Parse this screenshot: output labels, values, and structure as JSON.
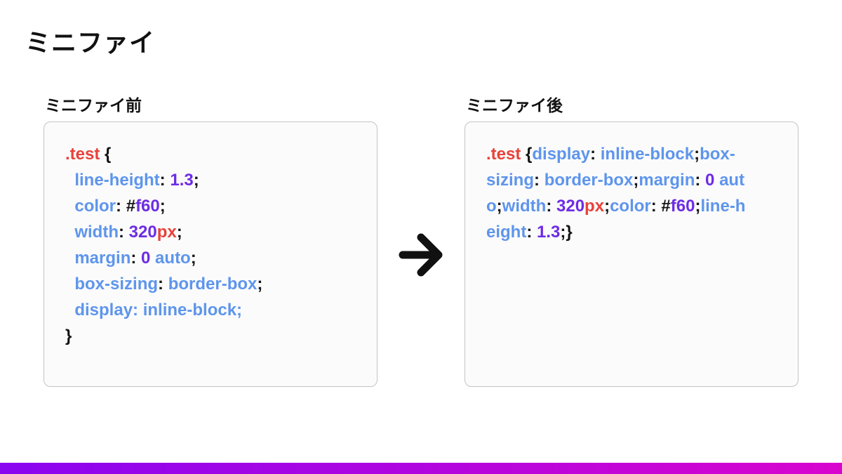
{
  "slide": {
    "title": "ミニファイ",
    "before_label": "ミニファイ前",
    "after_label": "ミニファイ後"
  },
  "colors": {
    "red": "#e8423a",
    "blue": "#5e95ec",
    "purple": "#6d2ce5",
    "black": "#141414",
    "bar_start": "#8a05f0",
    "bar_end": "#d805ce",
    "panel_bg": "#fbfbfb",
    "panel_border": "#c4c4c4",
    "arrow": "#111111"
  },
  "code_before": {
    "lines": [
      [
        {
          "t": ".test",
          "c": "red"
        },
        {
          "t": " {",
          "c": "black"
        }
      ],
      [
        {
          "t": "  ",
          "c": "black"
        },
        {
          "t": "line-height",
          "c": "blue"
        },
        {
          "t": ": ",
          "c": "black"
        },
        {
          "t": "1.3",
          "c": "purple"
        },
        {
          "t": ";",
          "c": "black"
        }
      ],
      [
        {
          "t": "  ",
          "c": "black"
        },
        {
          "t": "color",
          "c": "blue"
        },
        {
          "t": ": ",
          "c": "black"
        },
        {
          "t": "#",
          "c": "black"
        },
        {
          "t": "f60",
          "c": "purple"
        },
        {
          "t": ";",
          "c": "black"
        }
      ],
      [
        {
          "t": "  ",
          "c": "black"
        },
        {
          "t": "width",
          "c": "blue"
        },
        {
          "t": ": ",
          "c": "black"
        },
        {
          "t": "320",
          "c": "purple"
        },
        {
          "t": "px",
          "c": "red"
        },
        {
          "t": ";",
          "c": "black"
        }
      ],
      [
        {
          "t": "  ",
          "c": "black"
        },
        {
          "t": "margin",
          "c": "blue"
        },
        {
          "t": ": ",
          "c": "black"
        },
        {
          "t": "0",
          "c": "purple"
        },
        {
          "t": " auto",
          "c": "blue"
        },
        {
          "t": ";",
          "c": "black"
        }
      ],
      [
        {
          "t": "  ",
          "c": "black"
        },
        {
          "t": "box-sizing",
          "c": "blue"
        },
        {
          "t": ": ",
          "c": "black"
        },
        {
          "t": "border-box",
          "c": "blue"
        },
        {
          "t": ";",
          "c": "black"
        }
      ],
      [
        {
          "t": "  ",
          "c": "black"
        },
        {
          "t": "display: inline-block;",
          "c": "blue"
        }
      ],
      [
        {
          "t": "}",
          "c": "black"
        }
      ]
    ]
  },
  "code_after": {
    "lines": [
      [
        {
          "t": ".test",
          "c": "red"
        },
        {
          "t": " {",
          "c": "black"
        },
        {
          "t": "display",
          "c": "blue"
        },
        {
          "t": ": ",
          "c": "black"
        },
        {
          "t": "inline-block",
          "c": "blue"
        },
        {
          "t": ";",
          "c": "black"
        },
        {
          "t": "box-",
          "c": "blue"
        }
      ],
      [
        {
          "t": "sizing",
          "c": "blue"
        },
        {
          "t": ": ",
          "c": "black"
        },
        {
          "t": "border-box",
          "c": "blue"
        },
        {
          "t": ";",
          "c": "black"
        },
        {
          "t": "margin",
          "c": "blue"
        },
        {
          "t": ": ",
          "c": "black"
        },
        {
          "t": "0",
          "c": "purple"
        },
        {
          "t": " aut",
          "c": "blue"
        }
      ],
      [
        {
          "t": "o",
          "c": "blue"
        },
        {
          "t": ";",
          "c": "black"
        },
        {
          "t": "width",
          "c": "blue"
        },
        {
          "t": ": ",
          "c": "black"
        },
        {
          "t": "320",
          "c": "purple"
        },
        {
          "t": "px",
          "c": "red"
        },
        {
          "t": ";",
          "c": "black"
        },
        {
          "t": "color",
          "c": "blue"
        },
        {
          "t": ": ",
          "c": "black"
        },
        {
          "t": "#",
          "c": "black"
        },
        {
          "t": "f60",
          "c": "purple"
        },
        {
          "t": ";",
          "c": "black"
        },
        {
          "t": "line-h",
          "c": "blue"
        }
      ],
      [
        {
          "t": "eight",
          "c": "blue"
        },
        {
          "t": ": ",
          "c": "black"
        },
        {
          "t": "1.3",
          "c": "purple"
        },
        {
          "t": ";",
          "c": "black"
        },
        {
          "t": "}",
          "c": "black"
        }
      ]
    ]
  }
}
